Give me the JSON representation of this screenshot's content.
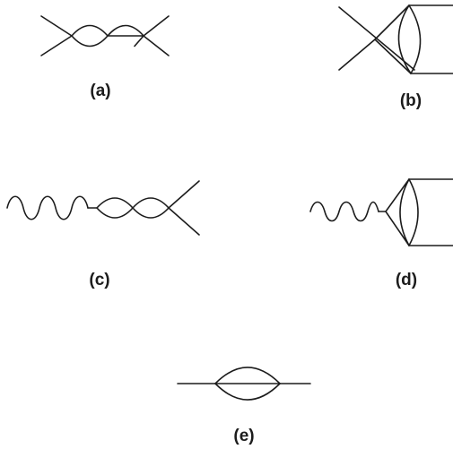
{
  "figure": {
    "colors": {
      "ink": "#1c1c1c",
      "background": "#ffffff"
    },
    "panels": [
      {
        "id": "a",
        "label": "(a)"
      },
      {
        "id": "b",
        "label": "(b)"
      },
      {
        "id": "c",
        "label": "(c)"
      },
      {
        "id": "d",
        "label": "(d)"
      },
      {
        "id": "e",
        "label": "(e)"
      }
    ]
  }
}
